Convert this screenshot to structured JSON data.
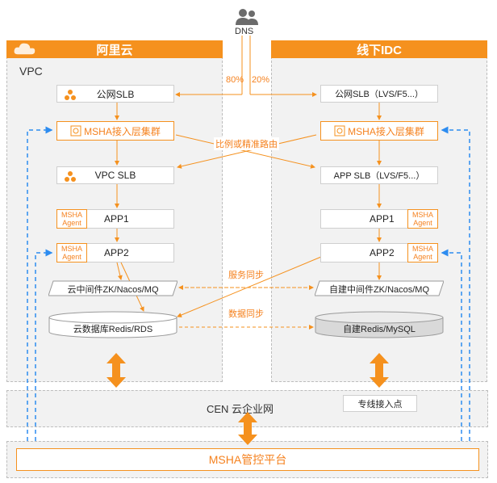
{
  "dns": {
    "label": "DNS",
    "split_left": "80%",
    "split_right": "20%"
  },
  "aliyun": {
    "title": "阿里云",
    "vpc": "VPC",
    "public_slb": "公网SLB",
    "msha_access": "MSHA接入层集群",
    "vpc_slb": "VPC SLB",
    "app1": "APP1",
    "app2": "APP2",
    "agent_tag": [
      "MSHA",
      "Agent"
    ],
    "middleware": "云中间件ZK/Nacos/MQ",
    "database": "云数据库Redis/RDS"
  },
  "idc": {
    "title": "线下IDC",
    "public_slb": "公网SLB（LVS/F5...）",
    "msha_access": "MSHA接入层集群",
    "app_slb": "APP SLB（LVS/F5...）",
    "app1": "APP1",
    "app2": "APP2",
    "agent_tag": [
      "MSHA",
      "Agent"
    ],
    "middleware": "自建中间件ZK/Nacos/MQ",
    "database": "自建Redis/MySQL"
  },
  "labels": {
    "routing": "比例或精准路由",
    "service_sync": "服务同步",
    "data_sync": "数据同步"
  },
  "cen": {
    "title": "CEN 云企业网",
    "access_point": "专线接入点"
  },
  "platform": {
    "title": "MSHA管控平台"
  },
  "colors": {
    "accent": "#f5911e",
    "dashed_blue": "#2d8cf0",
    "region_bg": "#f2f2f2"
  }
}
